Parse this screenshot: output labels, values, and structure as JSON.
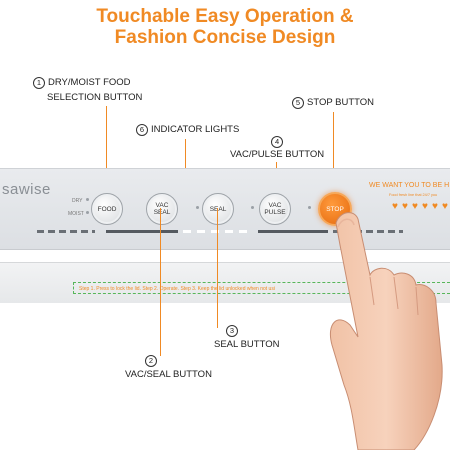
{
  "headline": {
    "line1": "Touchable Easy Operation &",
    "line2": "Fashion Concise Design"
  },
  "callouts": [
    {
      "num": "1",
      "label": "DRY/MOIST FOOD",
      "label2": "SELECTION BUTTON"
    },
    {
      "num": "2",
      "label": "VAC/SEAL BUTTON"
    },
    {
      "num": "3",
      "label": "SEAL BUTTON"
    },
    {
      "num": "4",
      "label": "VAC/PULSE BUTTON"
    },
    {
      "num": "5",
      "label": "STOP BUTTON"
    },
    {
      "num": "6",
      "label": "INDICATOR LIGHTS"
    }
  ],
  "panel": {
    "brand": "sawise",
    "dry_label": "DRY",
    "moist_label": "MOIST",
    "buttons": {
      "food": "FOOD",
      "vac_seal_1": "VAC",
      "vac_seal_2": "SEAL",
      "seal": "SEAL",
      "vac_pulse_1": "VAC",
      "vac_pulse_2": "PULSE",
      "stop": "STOP"
    },
    "promo": "WE WANT YOU TO BE H",
    "promo_small": "Food fresh line that 24/7 you",
    "steps_text": "Step 1. Press to lock the lid.   Step 2. Operate.   Step 3. Keep the lid unlocked when not usi"
  },
  "colors": {
    "accent": "#f08a24",
    "stop": "#ee7a18",
    "panel": "#e3e6e9"
  }
}
